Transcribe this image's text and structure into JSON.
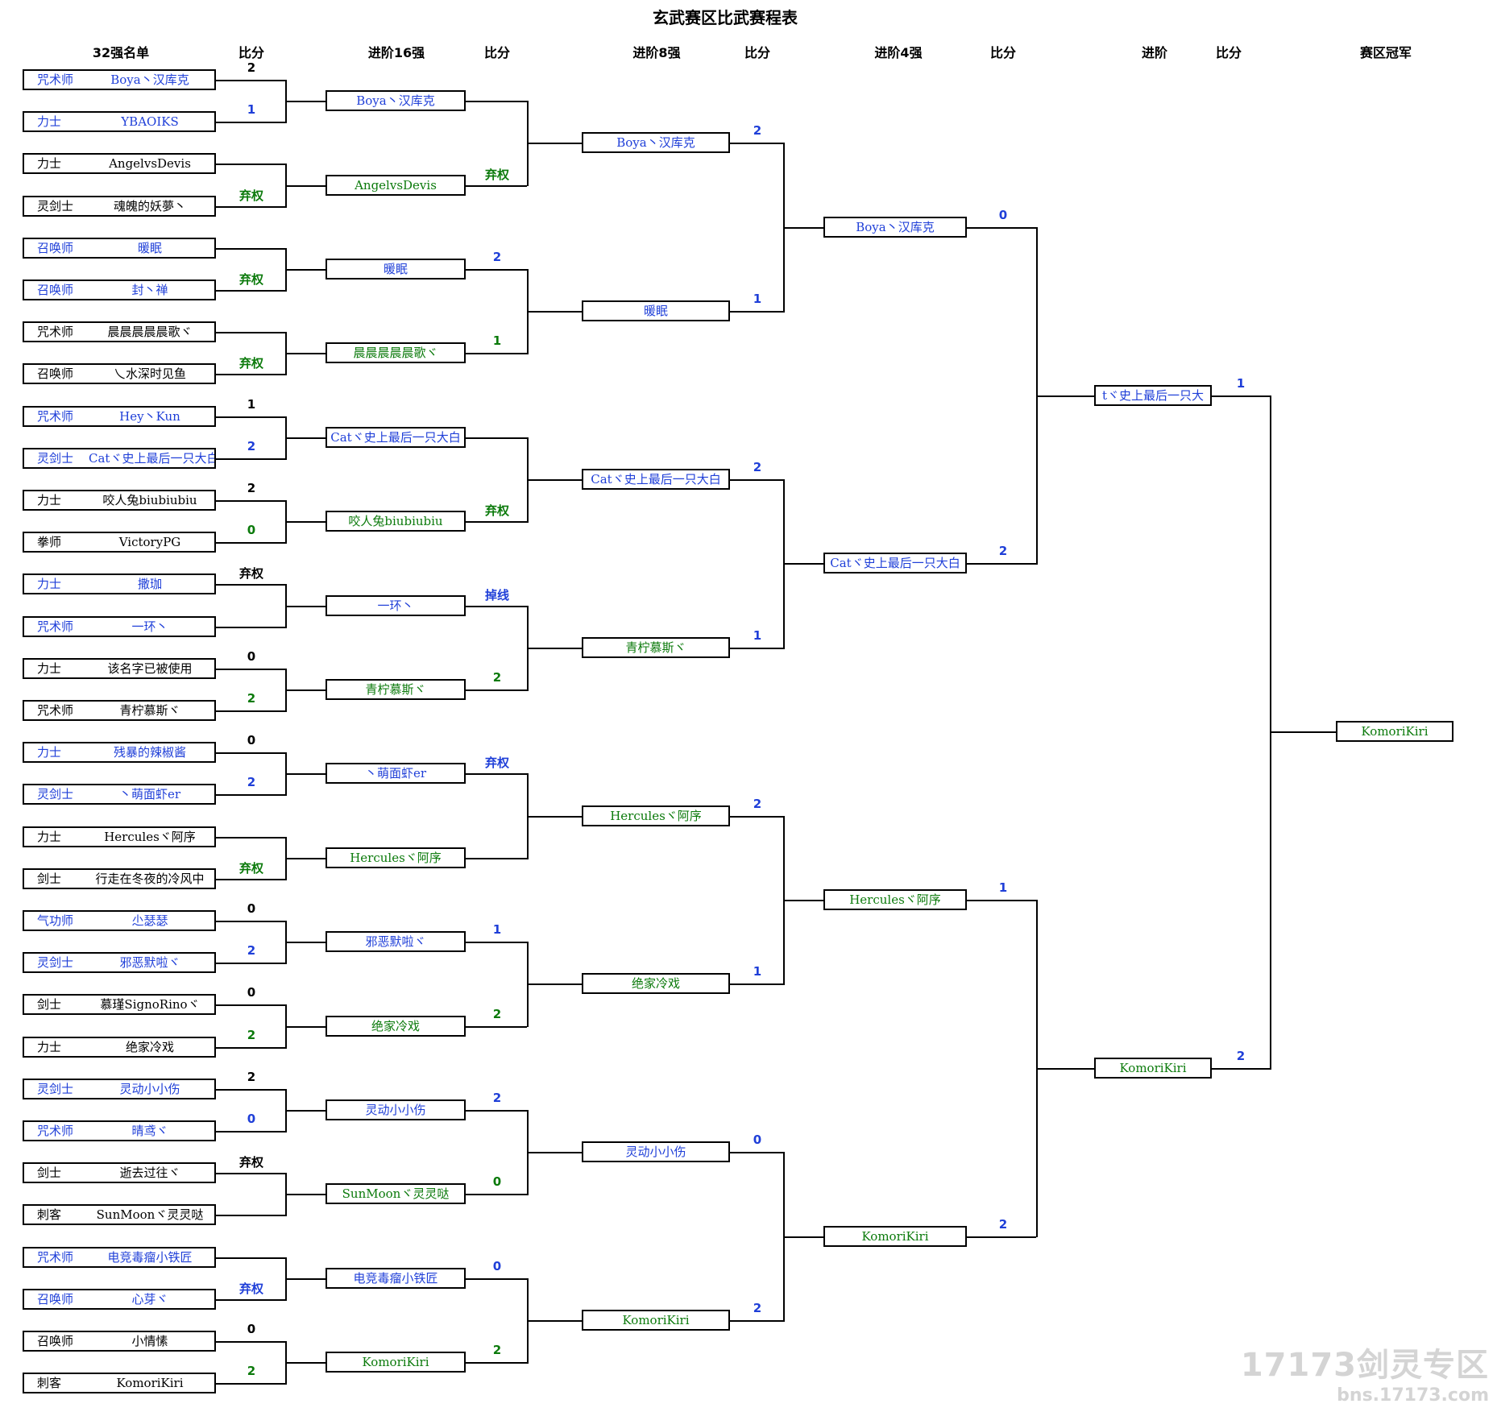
{
  "title": "玄武赛区比武赛程表",
  "headers": {
    "r32": "32强名单",
    "s1": "比分",
    "r16": "进阶16强",
    "s2": "比分",
    "r8": "进阶8强",
    "s3": "比分",
    "r4": "进阶4强",
    "s4": "比分",
    "r2": "进阶",
    "s5": "比分",
    "champ": "赛区冠军"
  },
  "colors": {
    "blue": "#1f3fd8",
    "green": "#0b7a0b",
    "black": "#000000"
  },
  "round32": [
    {
      "cls": "咒术师",
      "name": "Boya丶汉库克",
      "color": "blue",
      "score": "2",
      "score_color": "black"
    },
    {
      "cls": "力士",
      "name": "YBAOIKS",
      "color": "blue",
      "score": "1",
      "score_color": "blue"
    },
    {
      "cls": "力士",
      "name": "AngelvsDevis",
      "color": "black",
      "score": "",
      "score_color": "black"
    },
    {
      "cls": "灵剑士",
      "name": "魂魄的妖夢丶",
      "color": "black",
      "score": "弃权",
      "score_color": "green"
    },
    {
      "cls": "召唤师",
      "name": "暖眠",
      "color": "blue",
      "score": "",
      "score_color": "black"
    },
    {
      "cls": "召唤师",
      "name": "封丶禅",
      "color": "blue",
      "score": "弃权",
      "score_color": "green"
    },
    {
      "cls": "咒术师",
      "name": "晨晨晨晨晨歌ヾ",
      "color": "black",
      "score": "",
      "score_color": "black"
    },
    {
      "cls": "召唤师",
      "name": "乀水深时见鱼",
      "color": "black",
      "score": "弃权",
      "score_color": "green"
    },
    {
      "cls": "咒术师",
      "name": "Hey丶Kun",
      "color": "blue",
      "score": "1",
      "score_color": "black"
    },
    {
      "cls": "灵剑士",
      "name": "Catヾ史上最后一只大白",
      "color": "blue",
      "score": "2",
      "score_color": "blue"
    },
    {
      "cls": "力士",
      "name": "咬人兔biubiubiu",
      "color": "black",
      "score": "2",
      "score_color": "black"
    },
    {
      "cls": "拳师",
      "name": "VictoryPG",
      "color": "black",
      "score": "0",
      "score_color": "green"
    },
    {
      "cls": "力士",
      "name": "撒珈",
      "color": "blue",
      "score": "弃权",
      "score_color": "black"
    },
    {
      "cls": "咒术师",
      "name": "一环丶",
      "color": "blue",
      "score": "",
      "score_color": "black"
    },
    {
      "cls": "力士",
      "name": "该名字已被使用",
      "color": "black",
      "score": "0",
      "score_color": "black"
    },
    {
      "cls": "咒术师",
      "name": "青柠慕斯ヾ",
      "color": "black",
      "score": "2",
      "score_color": "green"
    },
    {
      "cls": "力士",
      "name": "残暴的辣椒酱",
      "color": "blue",
      "score": "0",
      "score_color": "black"
    },
    {
      "cls": "灵剑士",
      "name": "丶萌面虾er",
      "color": "blue",
      "score": "2",
      "score_color": "blue"
    },
    {
      "cls": "力士",
      "name": "Herculesヾ阿序",
      "color": "black",
      "score": "",
      "score_color": "black"
    },
    {
      "cls": "剑士",
      "name": "行走在冬夜的冷风中",
      "color": "black",
      "score": "弃权",
      "score_color": "green"
    },
    {
      "cls": "气功师",
      "name": "尐瑟瑟",
      "color": "blue",
      "score": "0",
      "score_color": "black"
    },
    {
      "cls": "灵剑士",
      "name": "邪恶默啦ヾ",
      "color": "blue",
      "score": "2",
      "score_color": "blue"
    },
    {
      "cls": "剑士",
      "name": "慕瑾SignoRinoヾ",
      "color": "black",
      "score": "0",
      "score_color": "black"
    },
    {
      "cls": "力士",
      "name": "绝家冷戏",
      "color": "black",
      "score": "2",
      "score_color": "green"
    },
    {
      "cls": "灵剑士",
      "name": "灵动小小伤",
      "color": "blue",
      "score": "2",
      "score_color": "black"
    },
    {
      "cls": "咒术师",
      "name": "晴鸢ヾ",
      "color": "blue",
      "score": "0",
      "score_color": "blue"
    },
    {
      "cls": "剑士",
      "name": "逝去过往ヾ",
      "color": "black",
      "score": "弃权",
      "score_color": "black"
    },
    {
      "cls": "刺客",
      "name": "SunMoonヾ灵灵哒",
      "color": "black",
      "score": "",
      "score_color": "black"
    },
    {
      "cls": "咒术师",
      "name": "电竞毒瘤小铁匠",
      "color": "blue",
      "score": "",
      "score_color": "black"
    },
    {
      "cls": "召唤师",
      "name": "心芽ヾ",
      "color": "blue",
      "score": "弃权",
      "score_color": "blue"
    },
    {
      "cls": "召唤师",
      "name": "小情愫",
      "color": "black",
      "score": "0",
      "score_color": "black"
    },
    {
      "cls": "刺客",
      "name": "KomoriKiri",
      "color": "black",
      "score": "2",
      "score_color": "green"
    }
  ],
  "round16": [
    {
      "name": "Boya丶汉库克",
      "color": "blue",
      "score": "",
      "score_color": "black"
    },
    {
      "name": "AngelvsDevis",
      "color": "green",
      "score": "弃权",
      "score_color": "green"
    },
    {
      "name": "暖眠",
      "color": "blue",
      "score": "2",
      "score_color": "blue"
    },
    {
      "name": "晨晨晨晨晨歌ヾ",
      "color": "green",
      "score": "1",
      "score_color": "green"
    },
    {
      "name": "Catヾ史上最后一只大白",
      "color": "blue",
      "score": "",
      "score_color": "black"
    },
    {
      "name": "咬人兔biubiubiu",
      "color": "green",
      "score": "弃权",
      "score_color": "green"
    },
    {
      "name": "一环丶",
      "color": "blue",
      "score": "掉线",
      "score_color": "blue"
    },
    {
      "name": "青柠慕斯ヾ",
      "color": "green",
      "score": "2",
      "score_color": "green"
    },
    {
      "name": "丶萌面虾er",
      "color": "blue",
      "score": "弃权",
      "score_color": "blue"
    },
    {
      "name": "Herculesヾ阿序",
      "color": "green",
      "score": "",
      "score_color": "black"
    },
    {
      "name": "邪恶默啦ヾ",
      "color": "blue",
      "score": "1",
      "score_color": "blue"
    },
    {
      "name": "绝家冷戏",
      "color": "green",
      "score": "2",
      "score_color": "green"
    },
    {
      "name": "灵动小小伤",
      "color": "blue",
      "score": "2",
      "score_color": "blue"
    },
    {
      "name": "SunMoonヾ灵灵哒",
      "color": "green",
      "score": "0",
      "score_color": "green"
    },
    {
      "name": "电竞毒瘤小铁匠",
      "color": "blue",
      "score": "0",
      "score_color": "blue"
    },
    {
      "name": "KomoriKiri",
      "color": "green",
      "score": "2",
      "score_color": "green"
    }
  ],
  "round8": [
    {
      "name": "Boya丶汉库克",
      "color": "blue",
      "score": "2",
      "score_color": "blue"
    },
    {
      "name": "暖眠",
      "color": "blue",
      "score": "1",
      "score_color": "blue"
    },
    {
      "name": "Catヾ史上最后一只大白",
      "color": "blue",
      "score": "2",
      "score_color": "blue"
    },
    {
      "name": "青柠慕斯ヾ",
      "color": "green",
      "score": "1",
      "score_color": "blue"
    },
    {
      "name": "Herculesヾ阿序",
      "color": "green",
      "score": "2",
      "score_color": "blue"
    },
    {
      "name": "绝家冷戏",
      "color": "green",
      "score": "1",
      "score_color": "blue"
    },
    {
      "name": "灵动小小伤",
      "color": "blue",
      "score": "0",
      "score_color": "blue"
    },
    {
      "name": "KomoriKiri",
      "color": "green",
      "score": "2",
      "score_color": "blue"
    }
  ],
  "round4": [
    {
      "name": "Boya丶汉库克",
      "color": "blue",
      "score": "0",
      "score_color": "blue"
    },
    {
      "name": "Catヾ史上最后一只大白",
      "color": "blue",
      "score": "2",
      "score_color": "blue"
    },
    {
      "name": "Herculesヾ阿序",
      "color": "green",
      "score": "1",
      "score_color": "blue"
    },
    {
      "name": "KomoriKiri",
      "color": "green",
      "score": "2",
      "score_color": "blue"
    }
  ],
  "round2": [
    {
      "name": "tヾ史上最后一只大",
      "color": "blue",
      "score": "1",
      "score_color": "blue"
    },
    {
      "name": "KomoriKiri",
      "color": "green",
      "score": "2",
      "score_color": "blue"
    }
  ],
  "champion": {
    "name": "KomoriKiri",
    "color": "green"
  },
  "watermark": {
    "line1": "17173剑灵专区",
    "line2": "bns.17173.com"
  }
}
